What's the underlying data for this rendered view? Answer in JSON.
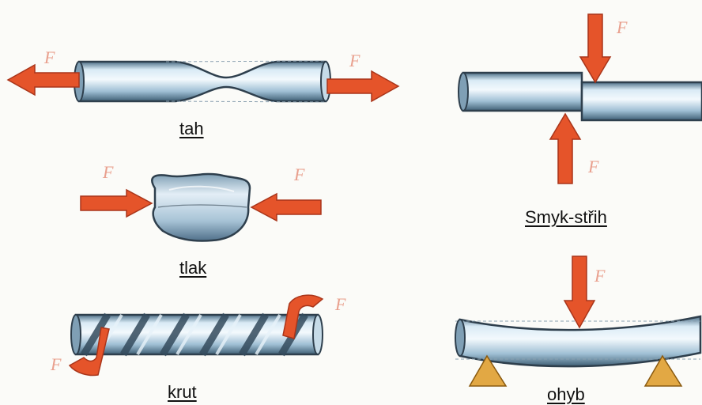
{
  "labels": {
    "tah": "tah",
    "tlak": "tlak",
    "krut": "krut",
    "smyk": "Smyk-střih",
    "ohyb": "ohyb"
  },
  "force_symbol": "F",
  "colors": {
    "arrow": "#e5542a",
    "arrow_edge": "#a9351a",
    "rod_light": "#eaf4fb",
    "rod_mid": "#a9c8dd",
    "rod_dark": "#4e7088",
    "outline": "#2e3f4d",
    "support": "#e2a844"
  }
}
